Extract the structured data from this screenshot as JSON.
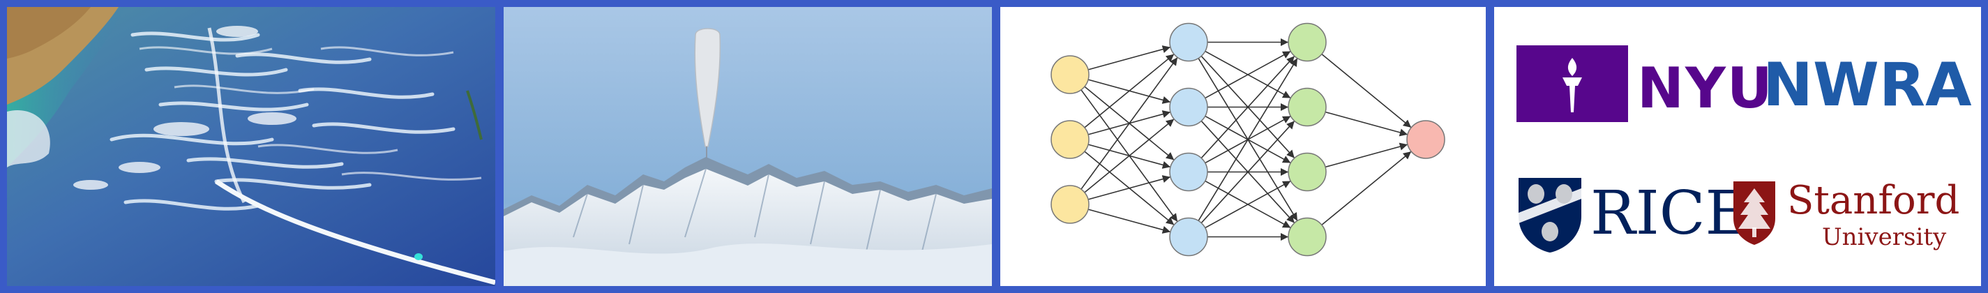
{
  "panels": {
    "ocean_image": {
      "icon": "satellite-ocean-image"
    },
    "balloon_image": {
      "icon": "stratospheric-balloon-image"
    },
    "network_diagram": {
      "layers": [
        3,
        4,
        4,
        1
      ],
      "colors": [
        "#fce6a0",
        "#c3e0f5",
        "#c6e8a6",
        "#f8b8b0"
      ]
    },
    "logos": {
      "nyu": "NYU",
      "nwra": "NWRA",
      "rice": "RICE",
      "stanford": "Stanford",
      "stanford_sub": "University",
      "colors": {
        "nyu": "#57068c",
        "nwra": "#1f5ba8",
        "rice": "#00205b",
        "stanford": "#8c1515"
      }
    }
  }
}
